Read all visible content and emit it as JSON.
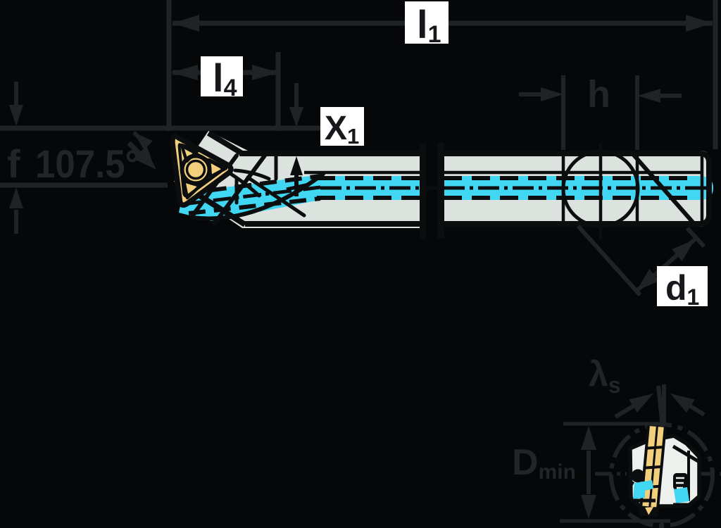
{
  "drawing": {
    "labels": {
      "l1": {
        "base": "l",
        "sub": "1"
      },
      "l4": {
        "base": "l",
        "sub": "4"
      },
      "x1": {
        "base": "X",
        "sub": "1"
      },
      "d1": {
        "base": "d",
        "sub": "1"
      },
      "h": {
        "base": "h"
      },
      "f": {
        "base": "f"
      },
      "angle": {
        "base": "107.5°"
      },
      "lambda_s": {
        "base": "λ",
        "sub": "s"
      },
      "d_min": {
        "base": "D",
        "sub": "min"
      }
    }
  },
  "colors": {
    "background": "#060708",
    "line": "#202326",
    "faint_text": "#222528",
    "ink": "#0b0d0f",
    "body": "#dce2de",
    "coolant": "#41d7f2",
    "insert": "#f2cf7c",
    "face": "#edf0ec",
    "label_bg": "#ffffff",
    "label_text": "#17181b"
  }
}
